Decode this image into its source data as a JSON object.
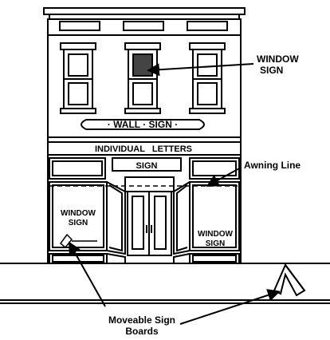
{
  "labels": {
    "window_sign_top_line1": "WINDOW",
    "window_sign_top_line2": "SIGN",
    "wall_sign": "· WALL · SIGN ·",
    "individual_letters": "INDIVIDUAL   LETTERS",
    "door_sign": "SIGN",
    "awning_line": "Awning Line",
    "window_sign_left_line1": "WINDOW",
    "window_sign_left_line2": "SIGN",
    "window_sign_right_line1": "WINDOW",
    "window_sign_right_line2": "SIGN",
    "moveable_line1": "Moveable Sign",
    "moveable_line2": "Boards"
  },
  "colors": {
    "ink": "#000000",
    "window_sign_fill": "#444444",
    "background": "#ffffff"
  }
}
